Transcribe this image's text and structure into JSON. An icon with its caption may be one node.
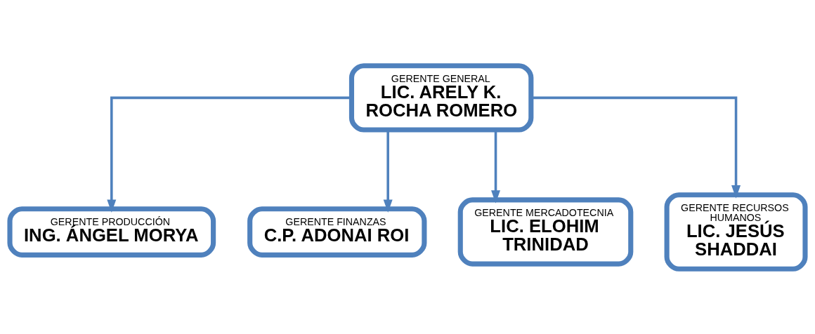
{
  "diagram": {
    "nodes": [
      {
        "text": [
          "GERENTE GENERAL",
          "LIC. ARELY K. ROCHA ROMERO"
        ]
      },
      {
        "text": [
          "GERENTE PRODUCCIÓN",
          "ING. ÁNGEL MORYA"
        ]
      },
      {
        "text": [
          "GERENTE FINANZAS",
          "C.P. ADONAI ROI"
        ]
      },
      {
        "text": [
          "GERENTE MERCADOTECNIA",
          "LIC. ELOHIM TRINIDAD"
        ]
      },
      {
        "text": [
          "GERENTE RECURSOS HUMANOS",
          "LIC. JESÚS SHADDAI"
        ]
      }
    ],
    "edges": [
      {
        "from": 0,
        "to": 1,
        "arrow": "to"
      },
      {
        "from": 0,
        "to": 2,
        "arrow": "to"
      },
      {
        "from": 0,
        "to": 3,
        "arrow": "to"
      },
      {
        "from": 0,
        "to": 4,
        "arrow": "to"
      }
    ]
  }
}
